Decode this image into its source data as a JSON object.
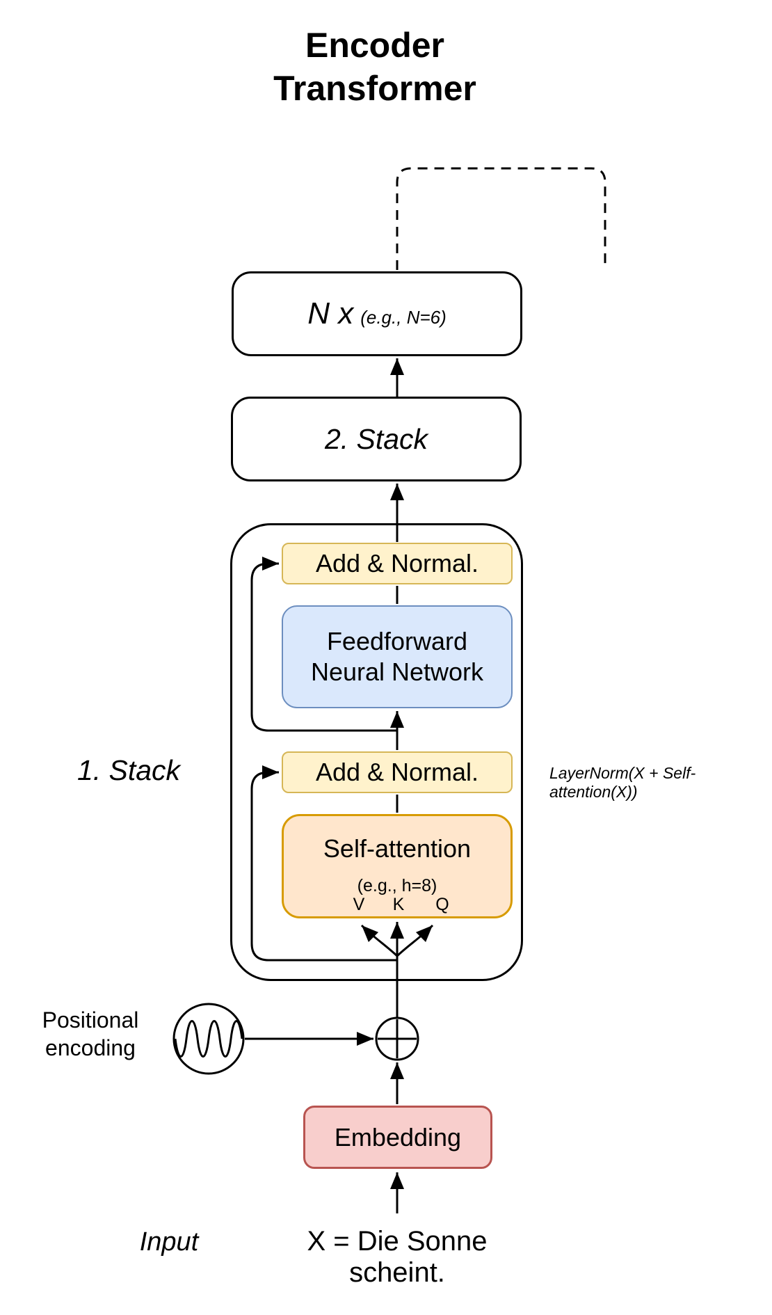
{
  "colors": {
    "canvas_bg": "#ffffff",
    "line": "#000000",
    "plain_box_bg": "#ffffff",
    "add_norm_bg": "#fff2cc",
    "add_norm_border": "#d6b656",
    "ffn_bg": "#dae8fc",
    "ffn_border": "#6c8ebf",
    "attention_bg": "#ffe6cc",
    "attention_border": "#d79b00",
    "embedding_bg": "#f8cecc",
    "embedding_border": "#b85450"
  },
  "diagram": {
    "title": [
      "Encoder",
      "Transformer"
    ],
    "repeat_box": {
      "label": "N x",
      "note": "(e.g., N=6)"
    },
    "stack2_box": {
      "label": "2. Stack"
    },
    "stack1": {
      "side_label": "1. Stack",
      "add_norm_top": "Add & Normal.",
      "ffn": [
        "Feedforward",
        "Neural Network"
      ],
      "add_norm_bottom": "Add & Normal.",
      "self_attention": {
        "label": "Self-attention",
        "note": "(e.g., h=8)",
        "inputs": [
          "V",
          "K",
          "Q"
        ]
      }
    },
    "layernorm_note": "LayerNorm(X + Self-attention(X))",
    "positional_encoding": [
      "Positional",
      "encoding"
    ],
    "embedding_box": {
      "label": "Embedding"
    },
    "input": {
      "label": "Input",
      "sentence": "X = Die Sonne scheint."
    }
  }
}
